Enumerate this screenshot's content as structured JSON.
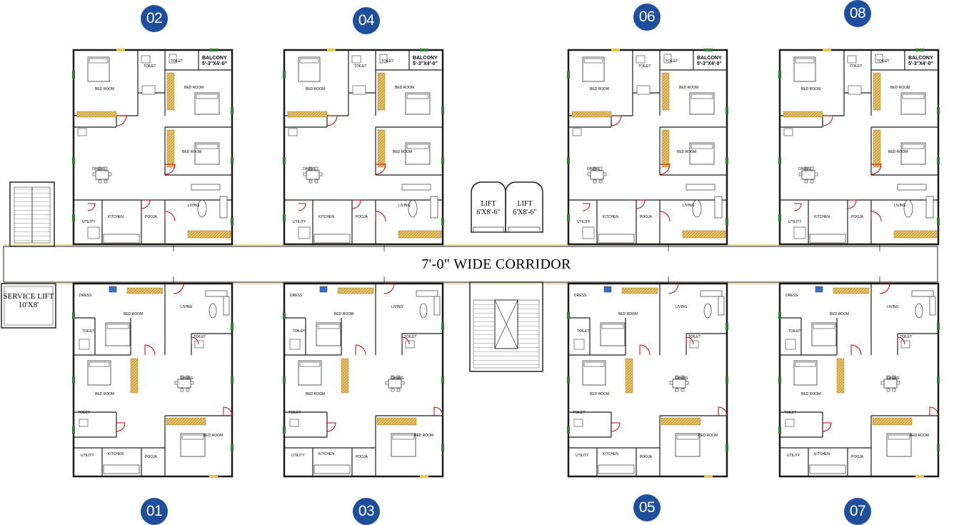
{
  "colors": {
    "badge": "#1f4e9c",
    "wall": "#1a1a1a",
    "corridor_line": "#e8c84a",
    "hatch": "#c8a23c",
    "door": "#d10000",
    "window": "#2e7d32"
  },
  "corridor": {
    "label": "7'-0\" WIDE CORRIDOR"
  },
  "service_lift": {
    "line1": "SERVICE LIFT",
    "line2": "10'X8'"
  },
  "lifts": [
    {
      "line1": "LIFT",
      "line2": "6'X8'-6\""
    },
    {
      "line1": "LIFT",
      "line2": "6'X8'-6\""
    }
  ],
  "units_top": [
    {
      "number": "02"
    },
    {
      "number": "04"
    },
    {
      "number": "06"
    },
    {
      "number": "08"
    }
  ],
  "units_bottom": [
    {
      "number": "01"
    },
    {
      "number": "03"
    },
    {
      "number": "05"
    },
    {
      "number": "07"
    }
  ],
  "top_rooms": {
    "balcony": "BALCONY",
    "balcony_size": "5'-3\"X4'-0\"",
    "toilet": "TOILET",
    "bed": "BED ROOM",
    "dining": "DINING",
    "living": "LIVING",
    "kitchen": "KITCHEN",
    "pooja": "POOJA",
    "utility": "UTILITY"
  },
  "bottom_rooms": {
    "dress": "DRESS",
    "toilet": "TOILET",
    "bed": "BED ROOM",
    "living": "LIVING",
    "dining": "DINING",
    "kitchen": "KITCHEN",
    "pooja": "POOJA",
    "utility": "UTILITY"
  }
}
